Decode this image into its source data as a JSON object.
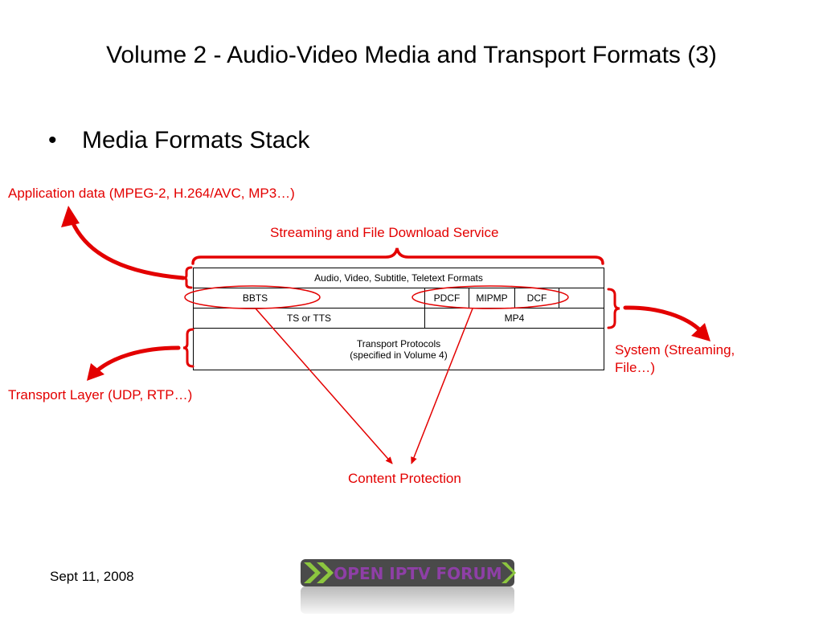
{
  "slide": {
    "title": "Volume 2 - Audio-Video Media and Transport Formats (3)",
    "bullet": "Media Formats Stack",
    "footer_date": "Sept 11, 2008"
  },
  "labels": {
    "application_data": "Application data (MPEG-2, H.264/AVC, MP3…)",
    "streaming_service": "Streaming and File Download Service",
    "system_line1": "System (Streaming,",
    "system_line2": "File…)",
    "transport_layer": "Transport Layer (UDP, RTP…)",
    "content_protection": "Content Protection"
  },
  "stack": {
    "formats": "Audio, Video, Subtitle, Teletext Formats",
    "bbts": "BBTS",
    "pdcf": "PDCF",
    "mipmp": "MIPMP",
    "dcf": "DCF",
    "ts_or_tts": "TS or TTS",
    "mp4": "MP4",
    "transport_line1": "Transport Protocols",
    "transport_line2": "(specified in Volume 4)"
  },
  "logo": {
    "text": "OPEN IPTV FORUM"
  },
  "colors": {
    "accent": "#e30000",
    "logo_purple": "#7b2f8e",
    "logo_green": "#8cc63f"
  }
}
